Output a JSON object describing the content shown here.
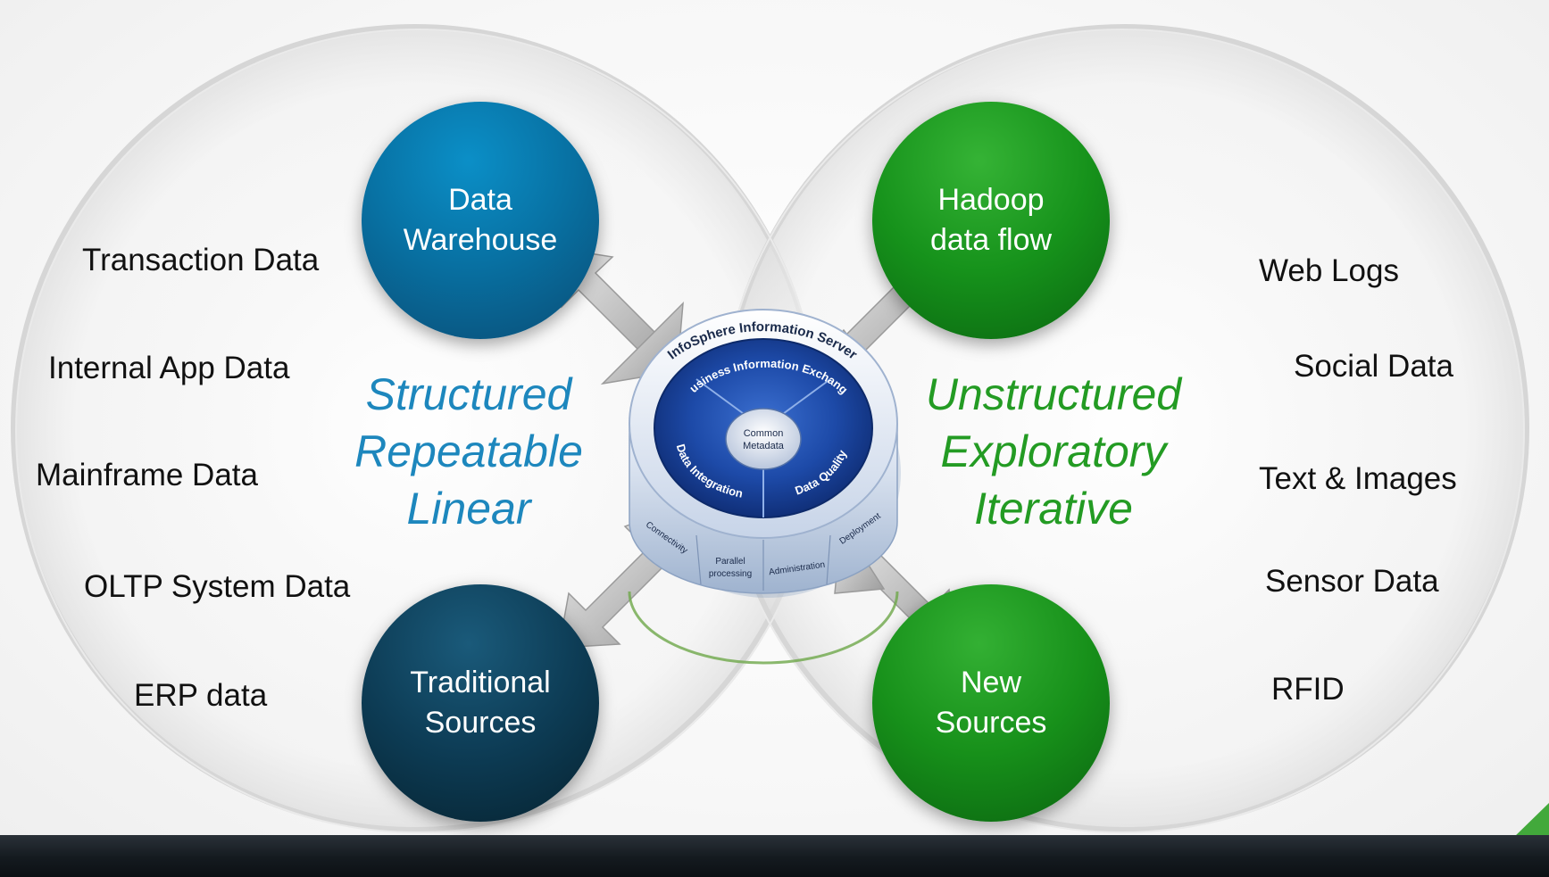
{
  "left_sources": [
    "Transaction Data",
    "Internal App Data",
    "Mainframe Data",
    "OLTP System Data",
    "ERP data"
  ],
  "right_sources": [
    "Web Logs",
    "Social Data",
    "Text & Images",
    "Sensor Data",
    "RFID"
  ],
  "nodes": {
    "data_warehouse": [
      "Data",
      "Warehouse"
    ],
    "traditional_sources": [
      "Traditional",
      "Sources"
    ],
    "hadoop": [
      "Hadoop",
      "data flow"
    ],
    "new_sources": [
      "New",
      "Sources"
    ]
  },
  "left_traits": [
    "Structured",
    "Repeatable",
    "Linear"
  ],
  "right_traits": [
    "Unstructured",
    "Exploratory",
    "Iterative"
  ],
  "hub": {
    "title": "InfoSphere Information Server",
    "segment_top": "Business Information Exchange",
    "segment_left": "Data Integration",
    "segment_right": "Data Quality",
    "center_line1": "Common",
    "center_line2": "Metadata",
    "band_connectivity": "Connectivity",
    "band_parallel_line1": "Parallel",
    "band_parallel_line2": "processing",
    "band_administration": "Administration",
    "band_deployment": "Deployment"
  },
  "colors": {
    "structured_blue": "#1d87bd",
    "unstructured_green": "#239b23",
    "warehouse_blue": "#0872a4",
    "traditional_navy": "#0d3c55",
    "hadoop_green": "#16921b"
  }
}
